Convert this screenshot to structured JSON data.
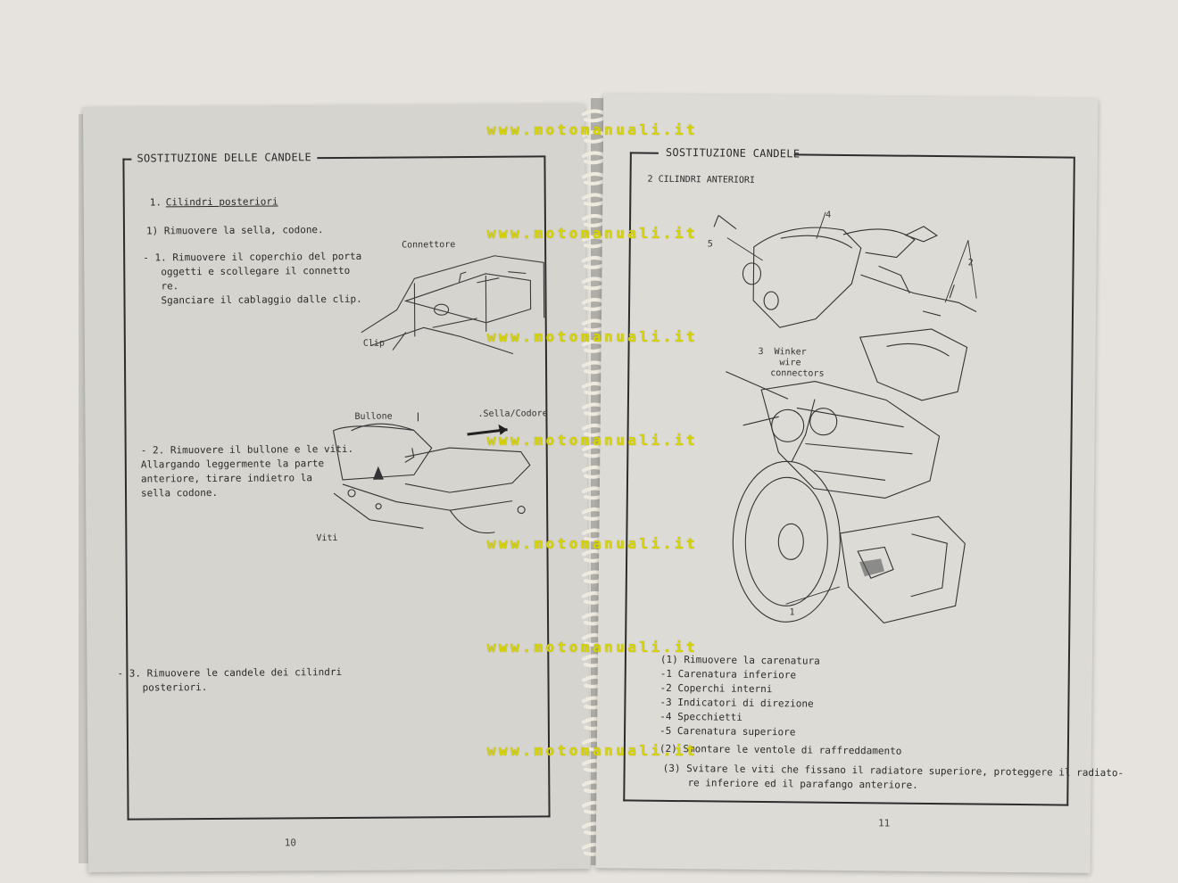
{
  "watermark": "www.motomanuali.it",
  "left_page": {
    "section_title": "SOSTITUZIONE DELLE CANDELE",
    "heading_num": "1.",
    "heading": "Cilindri posteriori",
    "step1": "1) Rimuovere la sella, codone.",
    "sub1": [
      "- 1. Rimuovere il coperchio del porta",
      "oggetti e scollegare il connetto",
      "re.",
      "Sganciare il cablaggio dalle clip."
    ],
    "fig1_labels": {
      "connettore": "Connettore",
      "clip": "Clip"
    },
    "sub2": [
      "- 2. Rimuovere il bullone e le viti.",
      "Allargando leggermente la parte",
      "anteriore, tirare indietro la",
      "sella codone."
    ],
    "fig2_labels": {
      "bullone": "Bullone",
      "sella": ".Sella/Codore",
      "viti": "Viti"
    },
    "sub3": [
      "- 3. Rimuovere le candele dei cilindri",
      "posteriori."
    ],
    "page_number": "10"
  },
  "right_page": {
    "section_title": "SOSTITUZIONE CANDELE",
    "heading": "2 CILINDRI ANTERIORI",
    "fig_labels": {
      "n1": "1",
      "n2": "2",
      "n3": "3",
      "n4": "4",
      "n5": "5",
      "winker": [
        "Winker",
        "wire",
        "connectors"
      ]
    },
    "list": [
      "(1) Rimuovere la carenatura",
      "-1 Carenatura inferiore",
      "-2 Coperchi interni",
      "-3 Indicatori di direzione",
      "-4 Specchietti",
      "-5 Carenatura superiore"
    ],
    "step2": "(2) Smontare le ventole di raffreddamento",
    "step3": [
      "(3) Svitare le viti che fissano il radiatore superiore, proteggere il radiato-",
      "re inferiore ed il parafango anteriore."
    ],
    "page_number": "11"
  },
  "colors": {
    "paper": "#d8d6d1",
    "ink": "#2b2b2b",
    "watermark": "#d8d400",
    "spiral": "#e9e6dc"
  }
}
